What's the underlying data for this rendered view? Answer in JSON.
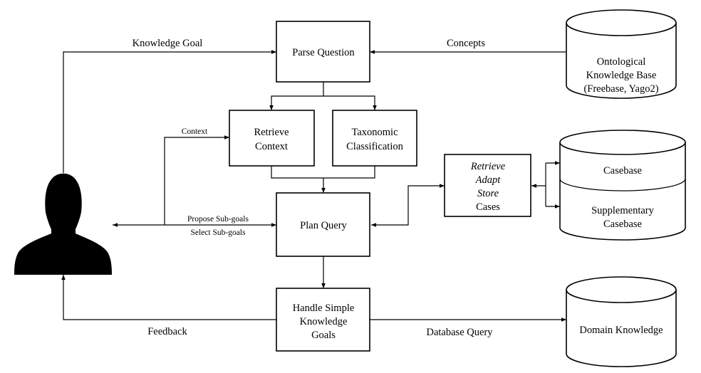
{
  "nodes": {
    "parse_question": "Parse Question",
    "retrieve_context": [
      "Retrieve",
      "Context"
    ],
    "taxonomic_classification": [
      "Taxonomic",
      "Classification"
    ],
    "plan_query": "Plan Query",
    "handle_simple": [
      "Handle Simple",
      "Knowledge",
      "Goals"
    ],
    "cbr_cycle": {
      "retrieve": "Retrieve",
      "adapt": "Adapt",
      "store": "Store",
      "cases": "Cases"
    }
  },
  "stores": {
    "ontological": [
      "Ontological",
      "Knowledge Base",
      "(Freebase, Yago2)"
    ],
    "casebase": "Casebase",
    "supplementary": [
      "Supplementary",
      "Casebase"
    ],
    "domain": "Domain Knowledge"
  },
  "edges": {
    "knowledge_goal": "Knowledge Goal",
    "concepts": "Concepts",
    "context": "Context",
    "propose_subgoals": "Propose Sub-goals",
    "select_subgoals": "Select Sub-goals",
    "feedback": "Feedback",
    "database_query": "Database Query"
  },
  "icons": {
    "user": "user-silhouette-icon"
  },
  "colors": {
    "line": "#000000",
    "fill": "#ffffff"
  }
}
